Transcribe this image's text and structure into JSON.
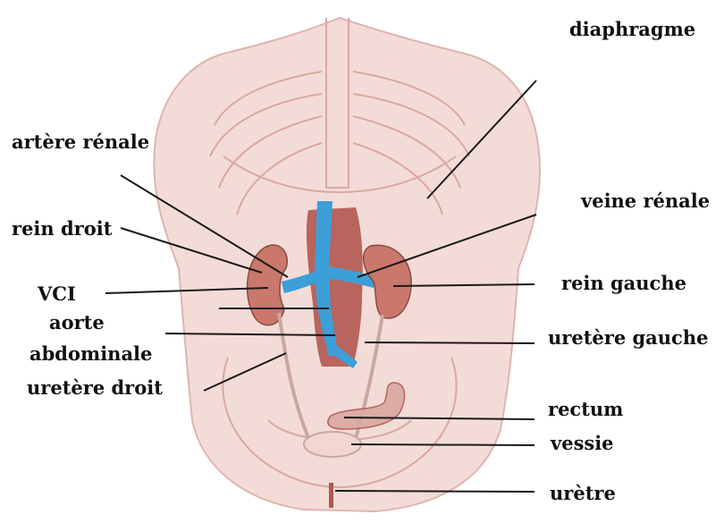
{
  "labels": {
    "diaphragme": "diaphragme",
    "artere_renale": "artère rénale",
    "veine_renale": "veine rénale",
    "rein_droit": "rein droit",
    "rein_gauche": "rein gauche",
    "vci": "VCI",
    "aorte": "aorte",
    "abdominale": "abdominale",
    "uretere_gauche": "uretère gauche",
    "uretere_droit": "uretère droit",
    "rectum": "rectum",
    "vessie": "vessie",
    "uretre": "urètre"
  },
  "colors": {
    "skin": "#f1d6d1",
    "skin_line": "#d9a8a0",
    "kidney": "#c9786b",
    "aorta": "#b2574f",
    "vein": "#3c9fd8",
    "leader": "#1a1a1a"
  }
}
